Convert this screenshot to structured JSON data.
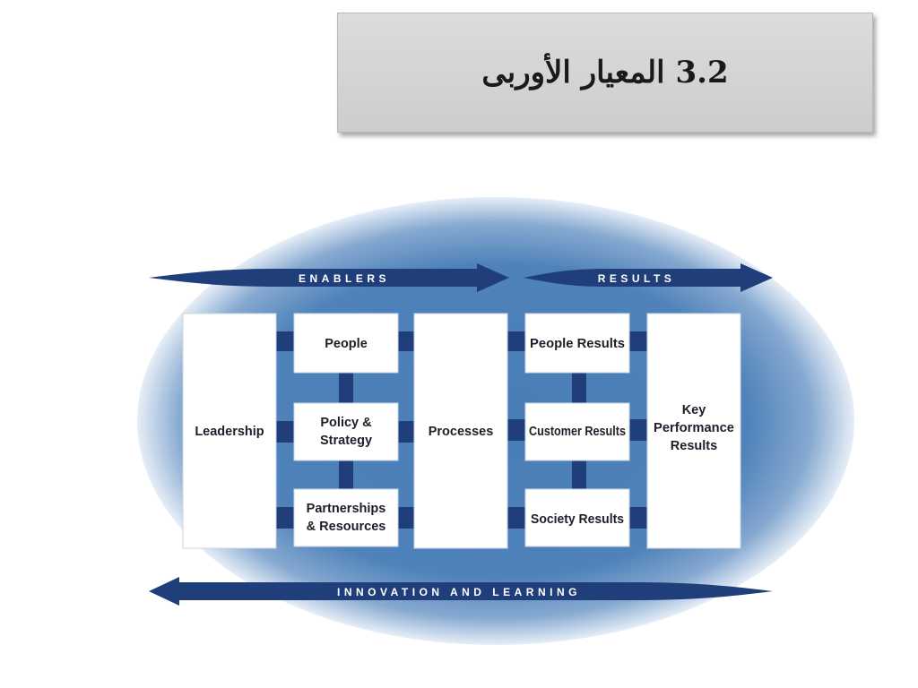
{
  "slide": {
    "title": "3.2 المعيار الأوربى"
  },
  "model": {
    "enablers_label": "ENABLERS",
    "results_label": "RESULTS",
    "innovation_label": "INNOVATION AND LEARNING",
    "leadership": "Leadership",
    "people": "People",
    "policy": [
      "Policy &",
      "Strategy"
    ],
    "partnerships": [
      "Partnerships",
      "& Resources"
    ],
    "processes": "Processes",
    "people_results": "People Results",
    "customer_results": "Customer Results",
    "society_results": "Society Results",
    "kpr": [
      "Key",
      "Performance",
      "Results"
    ]
  },
  "colors": {
    "ellipse_outer": "#d7e4f2",
    "ellipse_inner": "#4d80b8",
    "navy": "#1f3e7a",
    "box_fill": "#ffffff"
  }
}
